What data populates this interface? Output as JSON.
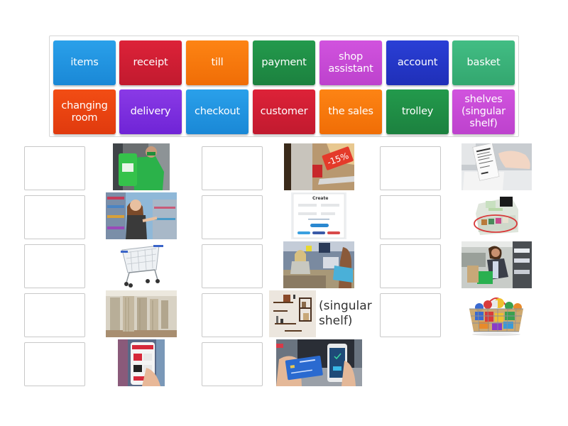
{
  "tiles": [
    {
      "label": "items",
      "color": "#1f93e0",
      "row": 0,
      "col": 0
    },
    {
      "label": "receipt",
      "color": "#d31f34",
      "row": 0,
      "col": 1
    },
    {
      "label": "till",
      "color": "#fa760c",
      "row": 0,
      "col": 2
    },
    {
      "label": "payment",
      "color": "#1f8c45",
      "row": 0,
      "col": 3
    },
    {
      "label": "shop\nassistant",
      "color": "#c74ad6",
      "row": 0,
      "col": 4
    },
    {
      "label": "account",
      "color": "#2437c9",
      "row": 0,
      "col": 5
    },
    {
      "label": "basket",
      "color": "#3bb37a",
      "row": 0,
      "col": 6
    },
    {
      "label": "changing\nroom",
      "color": "#ec4312",
      "row": 1,
      "col": 0
    },
    {
      "label": "delivery",
      "color": "#7c2fe0",
      "row": 1,
      "col": 1
    },
    {
      "label": "checkout",
      "color": "#1f93e0",
      "row": 1,
      "col": 2
    },
    {
      "label": "customer",
      "color": "#d31f34",
      "row": 1,
      "col": 3
    },
    {
      "label": "the sales",
      "color": "#fa760c",
      "row": 1,
      "col": 4
    },
    {
      "label": "trolley",
      "color": "#1f8c45",
      "row": 1,
      "col": 5
    },
    {
      "label": "shelves\n(singular\nshelf)",
      "color": "#c74ad6",
      "row": 1,
      "col": 6
    }
  ],
  "pairs": [
    {
      "image": "delivery-courier-image",
      "col": 0,
      "row": 0
    },
    {
      "image": "shop-assistant-image",
      "col": 0,
      "row": 1
    },
    {
      "image": "shopping-trolley-image",
      "col": 0,
      "row": 2
    },
    {
      "image": "changing-rooms-image",
      "col": 0,
      "row": 3
    },
    {
      "image": "shopping-app-phone-image",
      "col": 0,
      "row": 4
    },
    {
      "image": "sale-discount-tag-image",
      "col": 1,
      "row": 0
    },
    {
      "image": "create-account-form-image",
      "col": 1,
      "row": 1
    },
    {
      "image": "checkout-counter-image",
      "col": 1,
      "row": 2
    },
    {
      "image": "wall-shelves-image",
      "col": 1,
      "row": 3,
      "caption": "(singular\nshelf)"
    },
    {
      "image": "card-phone-payment-image",
      "col": 1,
      "row": 4
    },
    {
      "image": "printed-receipt-image",
      "col": 2,
      "row": 0
    },
    {
      "image": "cash-register-till-image",
      "col": 2,
      "row": 1
    },
    {
      "image": "customer-shopping-image",
      "col": 2,
      "row": 2
    },
    {
      "image": "grocery-basket-image",
      "col": 2,
      "row": 3
    }
  ],
  "images": {
    "discount_text": "-15%",
    "form_title": "Create"
  },
  "captions": {
    "shelves": "(singular\nshelf)"
  }
}
